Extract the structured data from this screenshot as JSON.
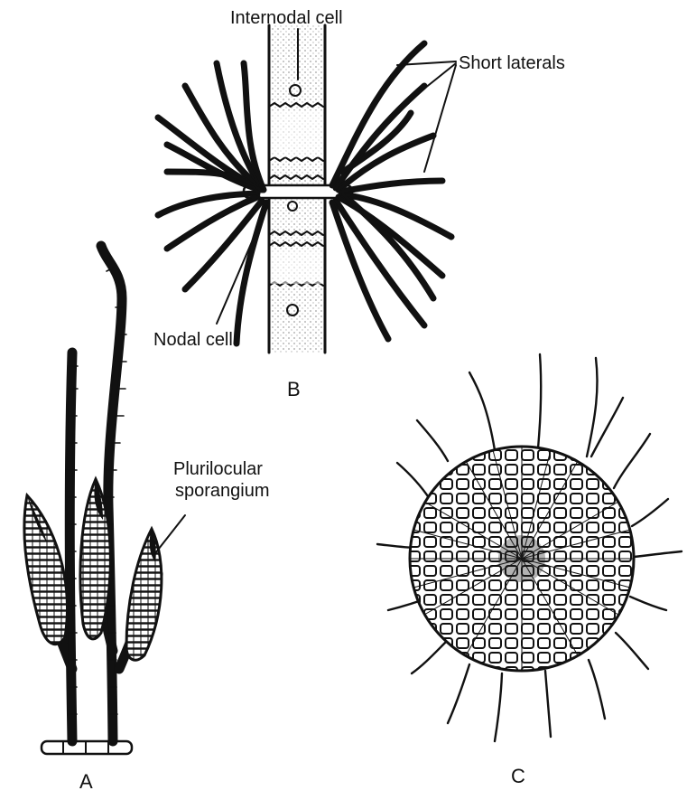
{
  "labels": {
    "internodal_cell": "Internodal cell",
    "short_laterals": "Short laterals",
    "nodal_cell": "Nodal cell",
    "panel_b": "B",
    "plurilocular_line1": "Plurilocular",
    "plurilocular_line2": "sporangium",
    "panel_a": "A",
    "panel_c": "C"
  },
  "colors": {
    "ink": "#111111",
    "background": "#ffffff",
    "stipple": "#555555"
  }
}
